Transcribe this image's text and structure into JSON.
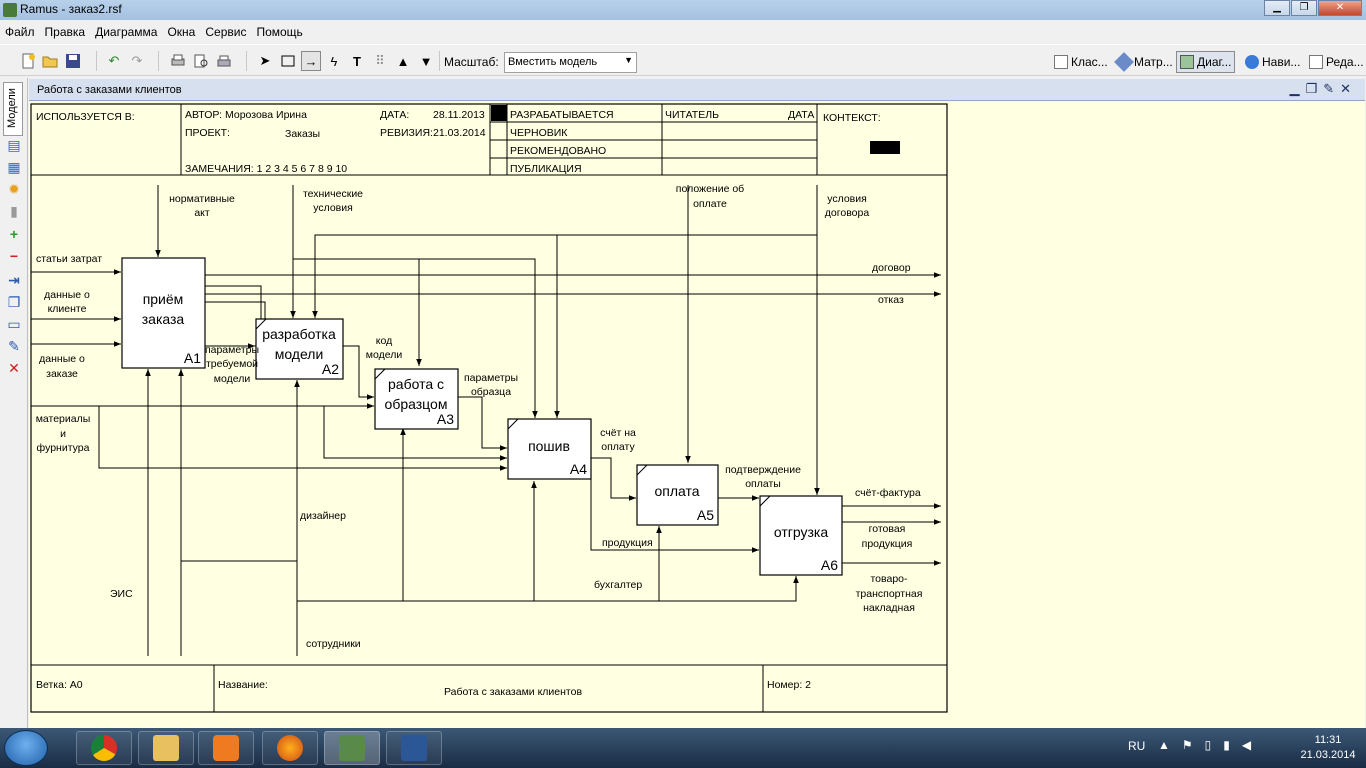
{
  "app": {
    "title": "Ramus - заказ2.rsf"
  },
  "menu": [
    "Файл",
    "Правка",
    "Диаграмма",
    "Окна",
    "Сервис",
    "Помощь"
  ],
  "toolbar": {
    "scale_label": "Масштаб:",
    "scale_value": "Вместить модель",
    "right_buttons": [
      "Клас...",
      "Матр...",
      "Диаг...",
      "Нави...",
      "Реда..."
    ]
  },
  "left_panel": {
    "tab_label": "Модели"
  },
  "document": {
    "title": "Работа с заказами клиентов"
  },
  "idef_header": {
    "used_in": "ИСПОЛЬЗУЕТСЯ В:",
    "author_label": "АВТОР:",
    "author": "Морозова Ирина",
    "project_label": "ПРОЕКТ:",
    "project": "Заказы",
    "date_label": "ДАТА:",
    "date": "28.11.2013",
    "revision_label": "РЕВИЗИЯ:",
    "revision": "21.03.2014",
    "notes": "ЗАМЕЧАНИЯ:  1 2 3 4 5 6 7 8 9 10",
    "statuses": [
      "РАЗРАБАТЫВАЕТСЯ",
      "ЧЕРНОВИК",
      "РЕКОМЕНДОВАНО",
      "ПУБЛИКАЦИЯ"
    ],
    "reader": "ЧИТАТЕЛЬ",
    "reader_date": "ДАТА",
    "context": "КОНТЕКСТ:"
  },
  "idef_footer": {
    "node": "Ветка: А0",
    "name_label": "Название:",
    "name": "Работа с заказами клиентов",
    "number": "Номер: 2"
  },
  "diagram": {
    "boxes": [
      {
        "title": "приём\nзаказа",
        "id": "A1"
      },
      {
        "title": "разработка\nмодели",
        "id": "A2"
      },
      {
        "title": "работа с\nобразцом",
        "id": "A3"
      },
      {
        "title": "пошив",
        "id": "A4"
      },
      {
        "title": "оплата",
        "id": "A5"
      },
      {
        "title": "отгрузка",
        "id": "A6"
      }
    ],
    "arrow_labels": {
      "normativ": "нормативные\nакт",
      "tech": "технические\nусловия",
      "payment_pos": "положение об\nоплате",
      "contract_cond": "условия\nдоговора",
      "costs": "статьи затрат",
      "client_data": "данные о\nклиенте",
      "order_data": "данные о\nзаказе",
      "materials": "материалы\nи\nфурнитура",
      "contract": "договор",
      "refusal": "отказ",
      "model_params": "параметры\nтребуемой\nмодели",
      "model_code": "код\nмодели",
      "sample_params": "параметры\nобразца",
      "invoice_bill": "счёт на\nоплату",
      "pay_confirm": "подтверждение\nоплаты",
      "invoice": "счёт-фактура",
      "finished": "готовая\nпродукция",
      "waybill": "товаро-\nтранспортная\nнакладная",
      "products": "продукция",
      "designer": "дизайнер",
      "accountant": "бухгалтер",
      "eis": "ЭИС",
      "staff": "сотрудники"
    }
  },
  "taskbar": {
    "lang": "RU",
    "time": "11:31",
    "date": "21.03.2014"
  }
}
